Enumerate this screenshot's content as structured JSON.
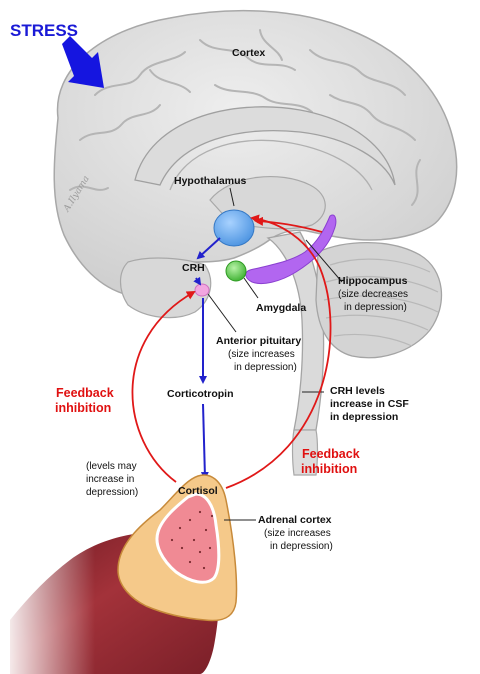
{
  "stress": "STRESS",
  "cortex": "Cortex",
  "hypothalamus": "Hypothalamus",
  "crh": "CRH",
  "amygdala": "Amygdala",
  "hippocampus": {
    "title": "Hippocampus",
    "note1": "(size decreases",
    "note2": "in depression)"
  },
  "anterior_pituitary": {
    "title": "Anterior pituitary",
    "note1": "(size increases",
    "note2": "in depression)"
  },
  "corticotropin": "Corticotropin",
  "crh_levels": {
    "line1": "CRH levels",
    "line2": "increase in CSF",
    "line3": "in depression"
  },
  "feedback_left": {
    "line1": "Feedback",
    "line2": "inhibition"
  },
  "feedback_right": {
    "line1": "Feedback",
    "line2": "inhibition"
  },
  "cortisol_note": {
    "line1": "(levels may",
    "line2": "increase in",
    "line3": "depression)"
  },
  "cortisol": "Cortisol",
  "adrenal_cortex": {
    "title": "Adrenal cortex",
    "note1": "(size increases",
    "note2": "in depression)"
  },
  "signature": "A.Ilyama",
  "colors": {
    "stress_arrow": "#1515e0",
    "hormone_arrow": "#2222cc",
    "feedback_arrow": "#e01818",
    "hypothalamus": "#5aa6ee",
    "amygdala": "#55cc44",
    "hippocampus": "#b266f0",
    "pituitary": "#f2a6e0",
    "adrenal_cortex": "#f5c98a",
    "adrenal_medulla": "#f08a94",
    "kidney": "#9c2830"
  }
}
